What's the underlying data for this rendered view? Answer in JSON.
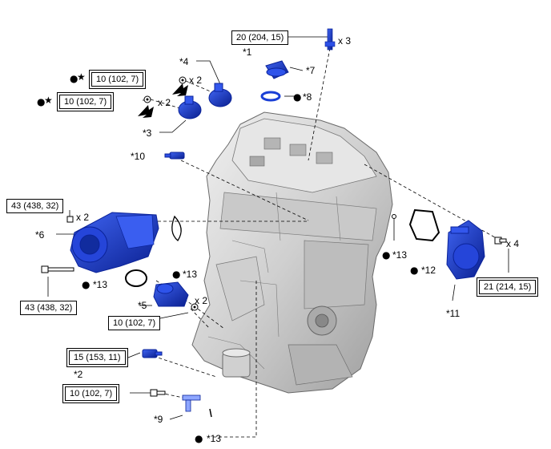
{
  "torques": {
    "t1": "20 (204, 15)",
    "t2": "10 (102, 7)",
    "t3": "10 (102, 7)",
    "t4": "43 (438, 32)",
    "t5": "43 (438, 32)",
    "t6": "10 (102, 7)",
    "t7": "15 (153, 11)",
    "t8": "10 (102, 7)",
    "t9": "21 (214, 15)"
  },
  "labels": {
    "p1": "*1",
    "p2": "*2",
    "p3": "*3",
    "p4": "*4",
    "p5": "*5",
    "p6": "*6",
    "p7": "*7",
    "p8": "*8",
    "p9": "*9",
    "p10": "*10",
    "p11": "*11",
    "p12": "*12",
    "p13a": "*13",
    "p13b": "*13",
    "p13c": "*13",
    "p13d": "*13"
  },
  "quantities": {
    "q_spark": "x 3",
    "q_oil_top": "x 2",
    "q_oil_low": "x 2",
    "q_bracket": "x 2",
    "q_elbow": "x 2",
    "q_pump": "x 4"
  },
  "symbols": {
    "dot": "●",
    "star": "★"
  },
  "colors": {
    "part_blue": "#1a3fd6",
    "part_blue_dark": "#0b2399",
    "engine_gray": "#d4d4d4",
    "engine_dark": "#8a8a8a",
    "line": "#000000"
  }
}
